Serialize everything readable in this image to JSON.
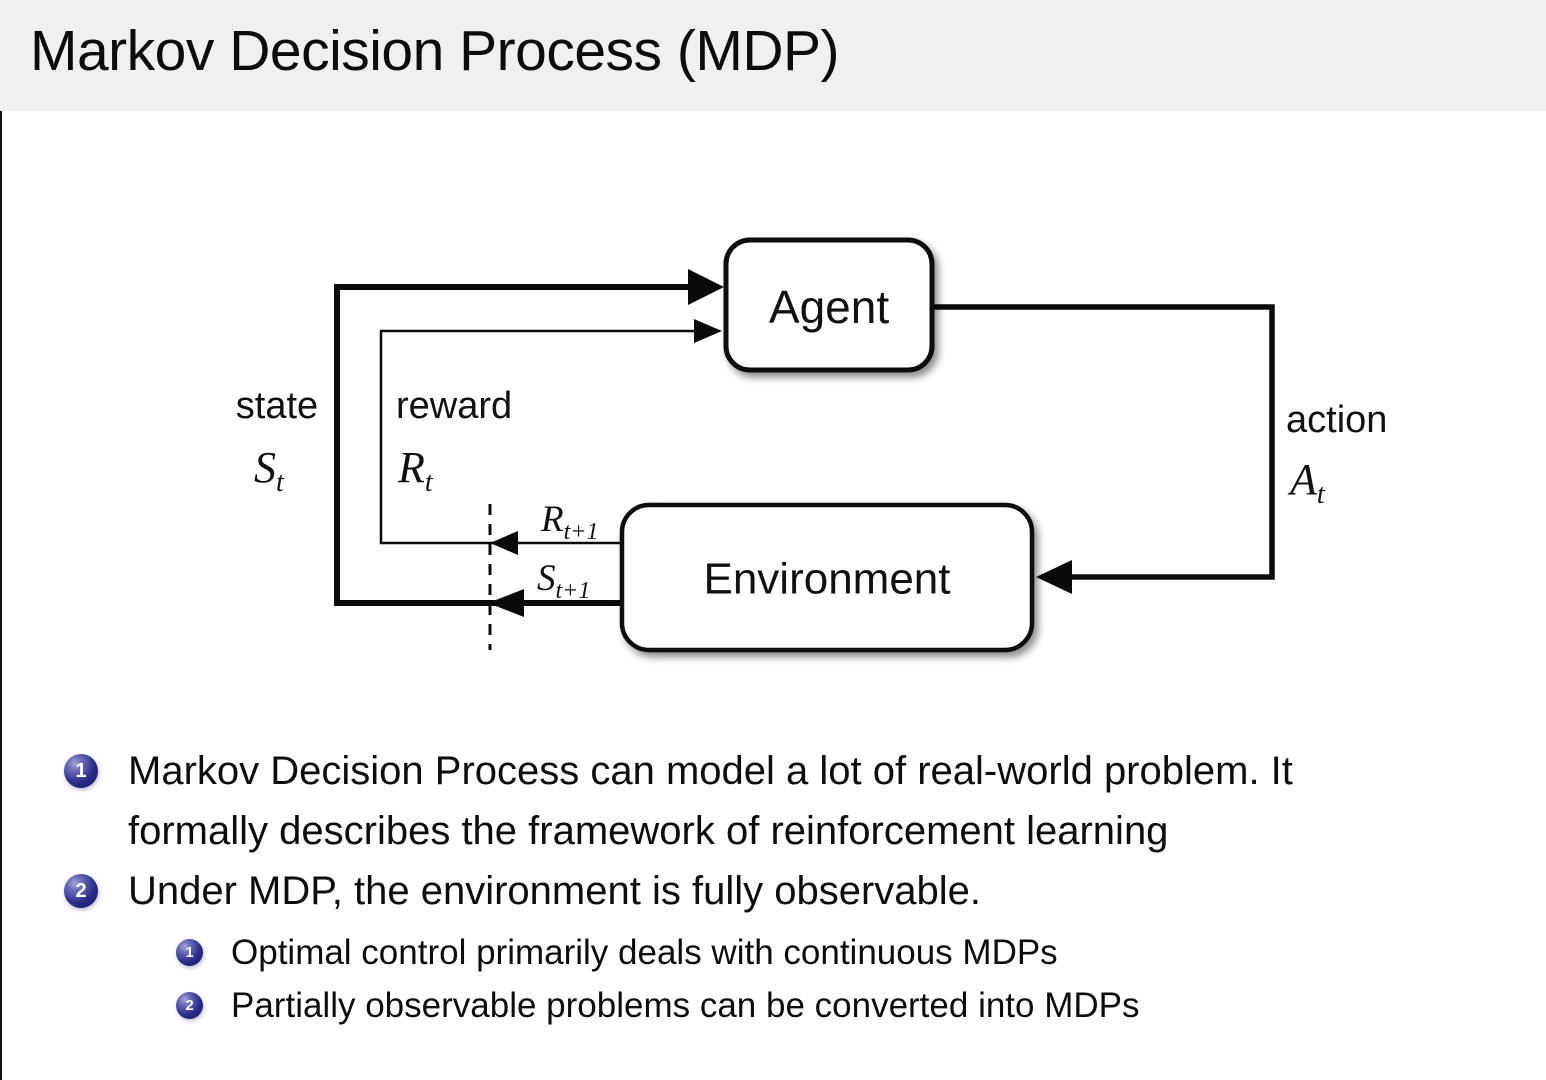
{
  "slide": {
    "title": "Markov Decision Process (MDP)",
    "title_bar_bg": "#f0f0f1",
    "body_bg": "#ffffff",
    "text_color": "#0d0d0d"
  },
  "diagram": {
    "line_color": "#0a0a0a",
    "agent_label": "Agent",
    "environment_label": "Environment",
    "state_word": "state",
    "state_base": "S",
    "state_sub": "t",
    "reward_word": "reward",
    "reward_base": "R",
    "reward_sub": "t",
    "action_word": "action",
    "action_base": "A",
    "action_sub": "t",
    "reward_next_base": "R",
    "reward_next_sub": "t+1",
    "state_next_base": "S",
    "state_next_sub": "t+1"
  },
  "bullets": {
    "ball_color": "#2b2b88",
    "items": [
      {
        "number": "1",
        "line1": "Markov Decision Process can model a lot of real-world problem. It",
        "line2": "formally describes the framework of reinforcement learning"
      },
      {
        "number": "2",
        "line1": "Under MDP, the environment is fully observable."
      }
    ],
    "sub_items": [
      {
        "number": "1",
        "text": "Optimal control primarily deals with continuous MDPs"
      },
      {
        "number": "2",
        "text": "Partially observable problems can be converted into MDPs"
      }
    ]
  }
}
